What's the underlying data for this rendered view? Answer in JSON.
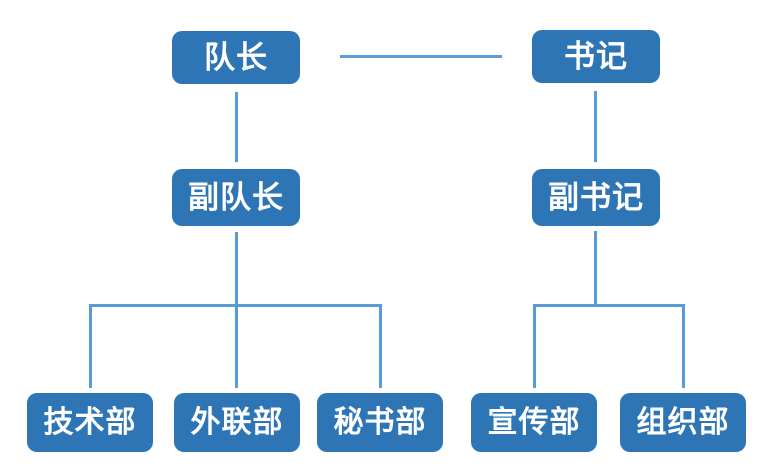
{
  "diagram": {
    "type": "org-chart",
    "theme": {
      "canvas_bg": "#FFFFFF",
      "node_fill": "#2E75B6",
      "node_text": "#FFFFFF",
      "connector_color": "#5B9BD5"
    }
  },
  "nodes": {
    "captain": {
      "label": "队长",
      "level": 1
    },
    "secretary": {
      "label": "书记",
      "level": 1
    },
    "vice_captain": {
      "label": "副队长",
      "level": 2,
      "parent": "队长"
    },
    "vice_secretary": {
      "label": "副书记",
      "level": 2,
      "parent": "书记"
    },
    "tech_dept": {
      "label": "技术部",
      "level": 3,
      "parent": "副队长"
    },
    "outreach_dept": {
      "label": "外联部",
      "level": 3,
      "parent": "副队长"
    },
    "secretariat_dept": {
      "label": "秘书部",
      "level": 3,
      "parent": "副队长"
    },
    "publicity_dept": {
      "label": "宣传部",
      "level": 3,
      "parent": "副书记"
    },
    "organization_dept": {
      "label": "组织部",
      "level": 3,
      "parent": "副书记"
    }
  }
}
